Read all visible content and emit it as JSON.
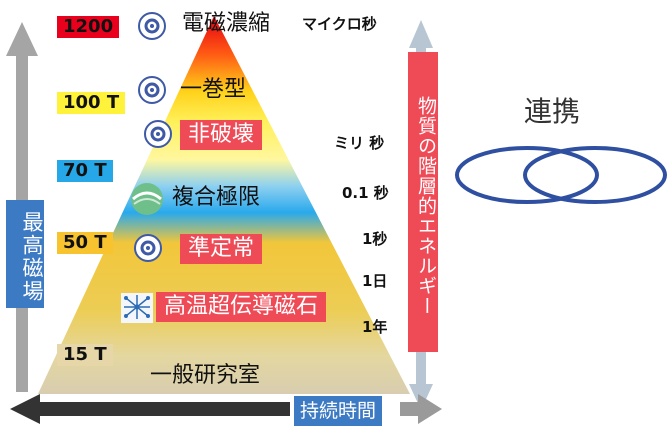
{
  "diagram": {
    "levels": [
      {
        "tag": "1200",
        "tag_color": "#e8001c",
        "label": "電磁濃縮",
        "label_style": "plain",
        "icon": "flower-emblem-icon"
      },
      {
        "tag": "100 T",
        "tag_color": "#fff23a",
        "label": "一巻型",
        "label_style": "plain",
        "icon": "flower-emblem-icon"
      },
      {
        "tag": "",
        "tag_color": "",
        "label": "非破壊",
        "label_style": "red",
        "icon": "flower-emblem-icon"
      },
      {
        "tag": "70 T",
        "tag_color": "#26a8e8",
        "label": "複合極限",
        "label_style": "plain",
        "icon": "sphere-logo-icon"
      },
      {
        "tag": "50 T",
        "tag_color": "#f7c430",
        "label": "準定常",
        "label_style": "red",
        "icon": "flower-emblem-icon"
      },
      {
        "tag": "",
        "tag_color": "",
        "label": "高温超伝導磁石",
        "label_style": "red",
        "icon": "lattice-logo-icon"
      },
      {
        "tag": "15 T",
        "tag_color": "#e6d6a8",
        "label": "一般研究室",
        "label_style": "plain",
        "icon": ""
      }
    ],
    "durations": [
      "マイクロ秒",
      "ミリ 秒",
      "0.1 秒",
      "1秒",
      "1日",
      "1年"
    ],
    "y_axis_label": "最高磁場",
    "x_axis_label": "持続時間",
    "right_axis_label": "物質の階層的エネルギー",
    "link_label": "連携",
    "colors": {
      "axis_gray": "#9a9a9a",
      "blue_box": "#3d7ac4",
      "red_box": "#ef4b57",
      "ring_blue": "#2f4fa0"
    }
  }
}
